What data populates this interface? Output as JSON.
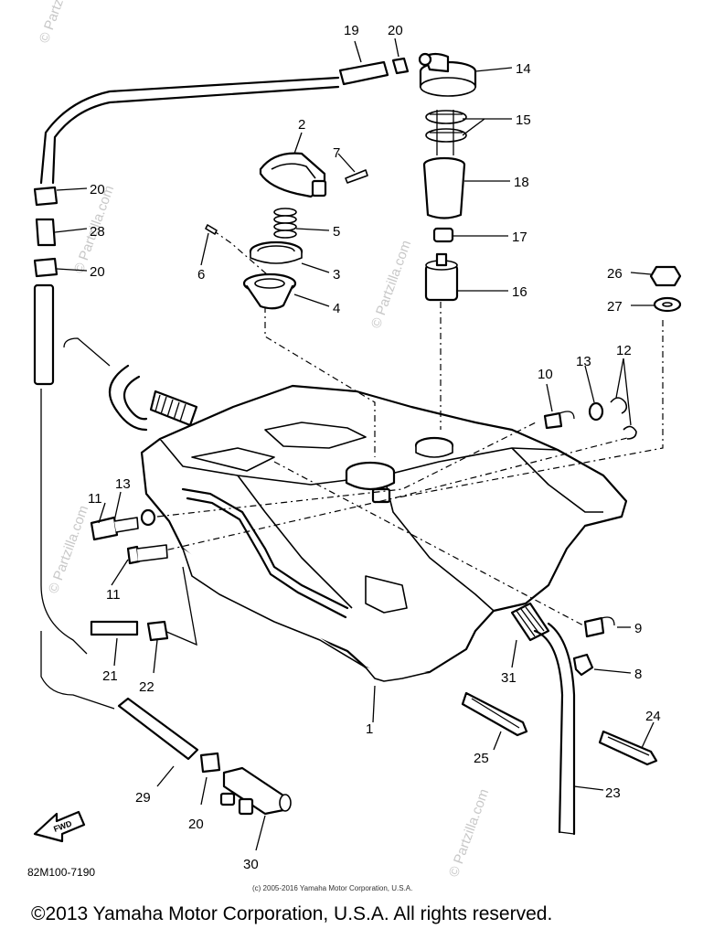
{
  "diagram_code": "82M100-7190",
  "fwd_label": "FWD",
  "small_copyright": "(c) 2005-2016 Yamaha Motor Corporation, U.S.A.",
  "footer_copyright": "©2013 Yamaha Motor Corporation, U.S.A. All rights reserved.",
  "watermark": "© Partzilla.com",
  "callouts": [
    {
      "id": "c1",
      "label": "1"
    },
    {
      "id": "c2",
      "label": "2"
    },
    {
      "id": "c3",
      "label": "3"
    },
    {
      "id": "c4",
      "label": "4"
    },
    {
      "id": "c5",
      "label": "5"
    },
    {
      "id": "c6",
      "label": "6"
    },
    {
      "id": "c7",
      "label": "7"
    },
    {
      "id": "c8",
      "label": "8"
    },
    {
      "id": "c9",
      "label": "9"
    },
    {
      "id": "c10",
      "label": "10"
    },
    {
      "id": "c11a",
      "label": "11"
    },
    {
      "id": "c11b",
      "label": "11"
    },
    {
      "id": "c12",
      "label": "12"
    },
    {
      "id": "c13a",
      "label": "13"
    },
    {
      "id": "c13b",
      "label": "13"
    },
    {
      "id": "c14",
      "label": "14"
    },
    {
      "id": "c15",
      "label": "15"
    },
    {
      "id": "c16",
      "label": "16"
    },
    {
      "id": "c17",
      "label": "17"
    },
    {
      "id": "c18",
      "label": "18"
    },
    {
      "id": "c19",
      "label": "19"
    },
    {
      "id": "c20a",
      "label": "20"
    },
    {
      "id": "c20b",
      "label": "20"
    },
    {
      "id": "c20c",
      "label": "20"
    },
    {
      "id": "c20d",
      "label": "20"
    },
    {
      "id": "c21",
      "label": "21"
    },
    {
      "id": "c22",
      "label": "22"
    },
    {
      "id": "c23",
      "label": "23"
    },
    {
      "id": "c24",
      "label": "24"
    },
    {
      "id": "c25",
      "label": "25"
    },
    {
      "id": "c26",
      "label": "26"
    },
    {
      "id": "c27",
      "label": "27"
    },
    {
      "id": "c28",
      "label": "28"
    },
    {
      "id": "c29",
      "label": "29"
    },
    {
      "id": "c30",
      "label": "30"
    },
    {
      "id": "c31",
      "label": "31"
    }
  ]
}
